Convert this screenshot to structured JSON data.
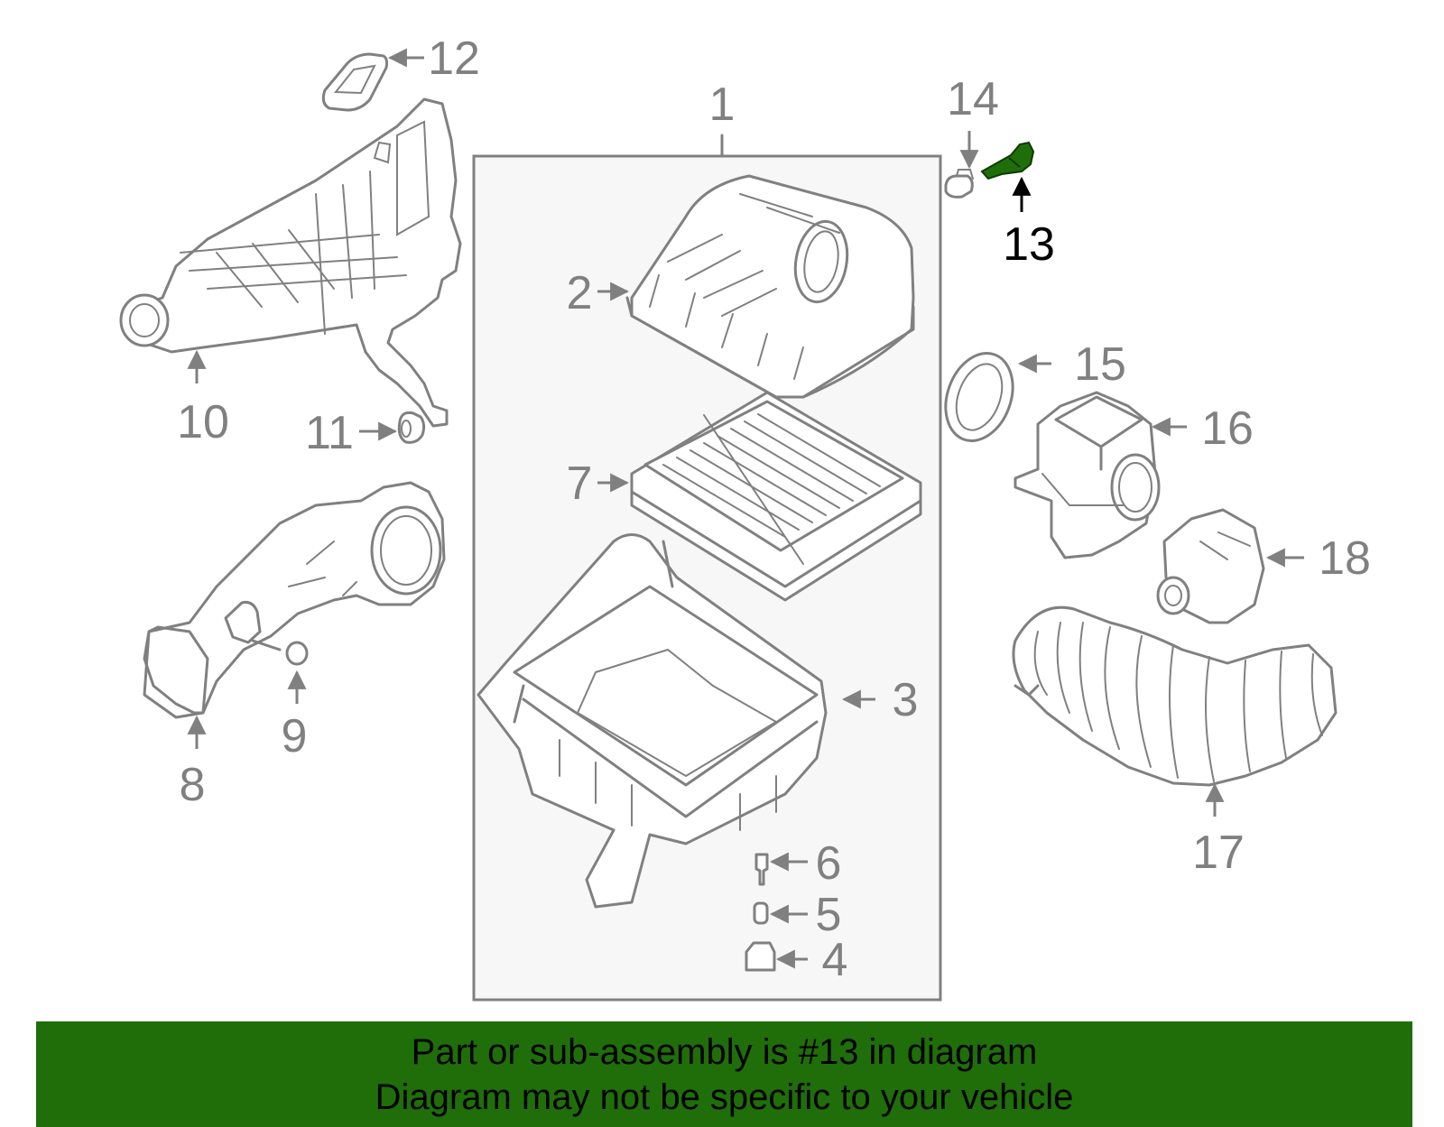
{
  "diagram": {
    "highlight_color": "#1f6e0a",
    "line_color": "#808080",
    "highlighted_part": "13",
    "callouts": {
      "n1": "1",
      "n2": "2",
      "n3": "3",
      "n4": "4",
      "n5": "5",
      "n6": "6",
      "n7": "7",
      "n8": "8",
      "n9": "9",
      "n10": "10",
      "n11": "11",
      "n12": "12",
      "n13": "13",
      "n14": "14",
      "n15": "15",
      "n16": "16",
      "n17": "17",
      "n18": "18"
    }
  },
  "banner": {
    "background": "#1f6e0a",
    "line1": "Part or sub-assembly is #13 in diagram",
    "line2": "Diagram may not be specific to your vehicle"
  }
}
